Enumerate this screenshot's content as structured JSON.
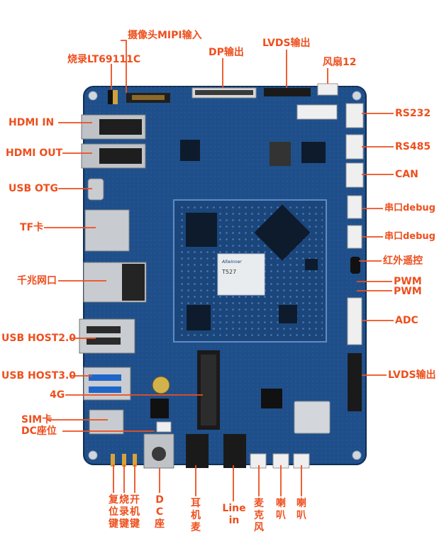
{
  "labels": {
    "camera_mipi": "摄像头MIPI输入",
    "burn_lt": "烧录LT69111C",
    "dp_out": "DP输出",
    "lvds_out_top": "LVDS输出",
    "fan": "风扇12",
    "hdmi_in": "HDMI IN",
    "hdmi_out": "HDMI OUT",
    "usb_otg": "USB OTG",
    "tf": "TF卡",
    "gige": "千兆网口",
    "usb_host2": "USB HOST2.0",
    "usb_host3": "USB HOST3.0",
    "g4": "4G",
    "sim": "SIM卡",
    "dc_seat": "DC座位",
    "rs232": "RS232",
    "rs485": "RS485",
    "can": "CAN",
    "uart_debug1": "串口debug",
    "uart_debug2": "串口debug",
    "ir": "红外遥控",
    "pwm1": "PWM",
    "pwm2": "PWM",
    "adc": "ADC",
    "lvds_out_right": "LVDS输出"
  },
  "bottom_labels": {
    "reset": "复\n位\n键",
    "burn": "烧\n录\n键",
    "power": "开\n机\n键",
    "dc": "D\nC\n座",
    "earmic": "耳\n机\n麦",
    "linein": "Line\nin",
    "mic": "麦\n克\n风",
    "spk1": "喇\n叭",
    "spk2": "喇\n叭"
  },
  "chip": {
    "brand": "Allwinner",
    "model": "T527"
  },
  "colors": {
    "label": "#ee4f1d",
    "pcb": "#1f4f8a",
    "pcb_dark": "#173f70",
    "chip_bg": "#e9ecef"
  }
}
